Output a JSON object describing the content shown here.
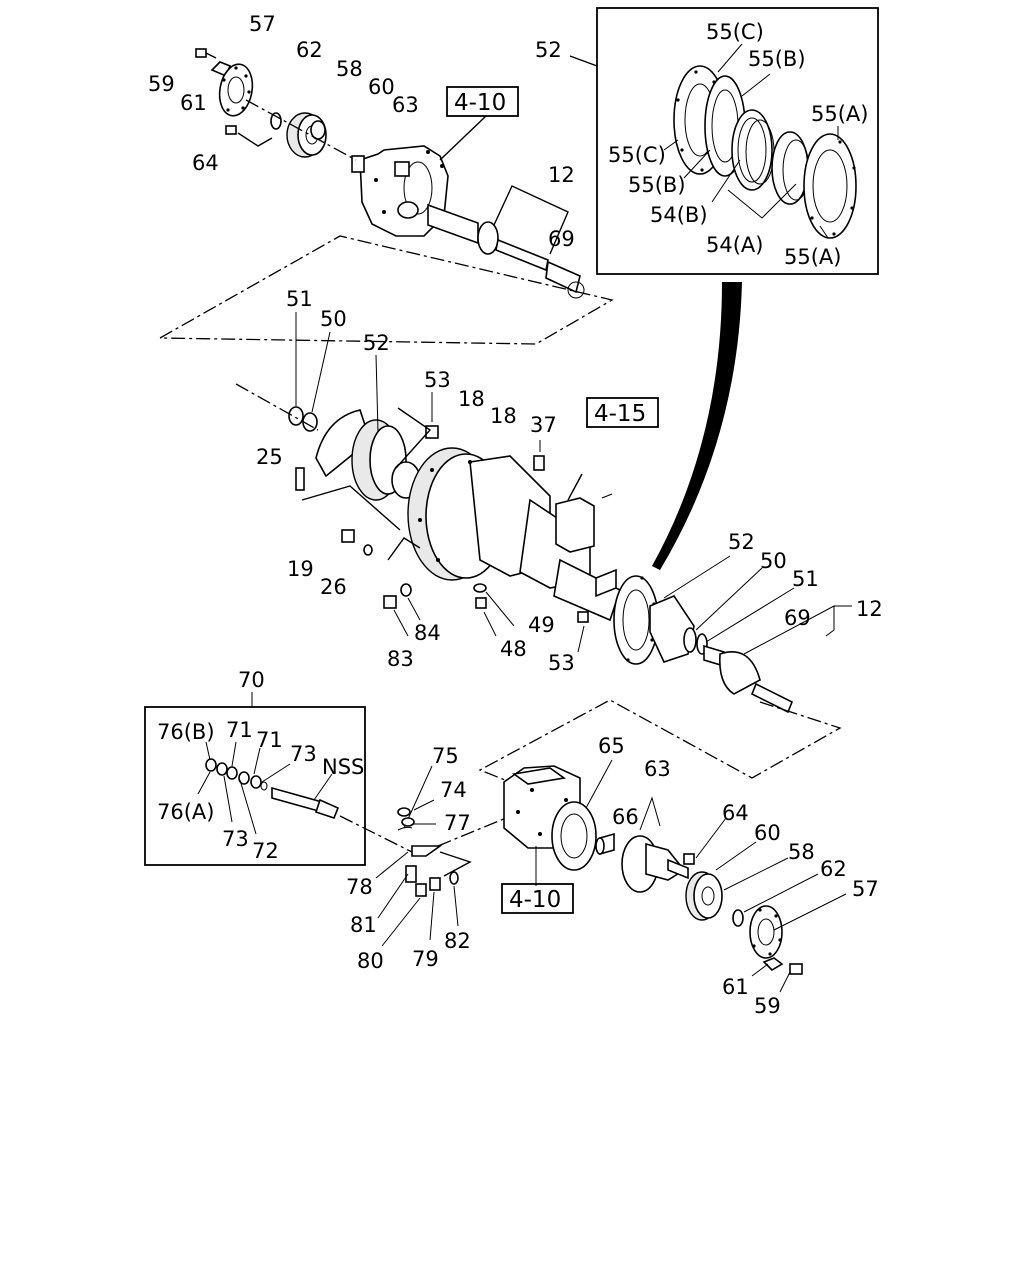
{
  "diagram": {
    "labels": {
      "l57_top": "57",
      "l59_top": "59",
      "l61_top": "61",
      "l62_top": "62",
      "l58_top": "58",
      "l60_top": "60",
      "l63_top": "63",
      "l64_top": "64",
      "l12_top": "12",
      "l69_top": "69",
      "l52_top": "52",
      "l55c_1": "55(C)",
      "l55b_1": "55(B)",
      "l55a_1": "55(A)",
      "l55c_2": "55(C)",
      "l55b_2": "55(B)",
      "l54b": "54(B)",
      "l54a": "54(A)",
      "l55a_2": "55(A)",
      "l51_mid": "51",
      "l50_mid": "50",
      "l52_mid": "52",
      "l53_mid": "53",
      "l18_a": "18",
      "l18_b": "18",
      "l37": "37",
      "l25": "25",
      "l19": "19",
      "l26": "26",
      "l52_right": "52",
      "l50_right": "50",
      "l51_right": "51",
      "l69_right": "69",
      "l12_right": "12",
      "l84": "84",
      "l83": "83",
      "l49": "49",
      "l48": "48",
      "l53_low": "53",
      "l70": "70",
      "l76b": "76(B)",
      "l71_a": "71",
      "l71_b": "71",
      "l73_a": "73",
      "l nss": "NSS",
      "l76a": "76(A)",
      "l73_b": "73",
      "l72": "72",
      "l75": "75",
      "l74": "74",
      "l77": "77",
      "l78": "78",
      "l81": "81",
      "l80": "80",
      "l79": "79",
      "l82": "82",
      "l65": "65",
      "l63_low": "63",
      "l66": "66",
      "l64_low": "64",
      "l60_low": "60",
      "l58_low": "58",
      "l62_low": "62",
      "l57_low": "57",
      "l61_low": "61",
      "l59_low": "59"
    },
    "references": {
      "ref_top": "4-10",
      "ref_mid": "4-15",
      "ref_low": "4-10"
    }
  }
}
